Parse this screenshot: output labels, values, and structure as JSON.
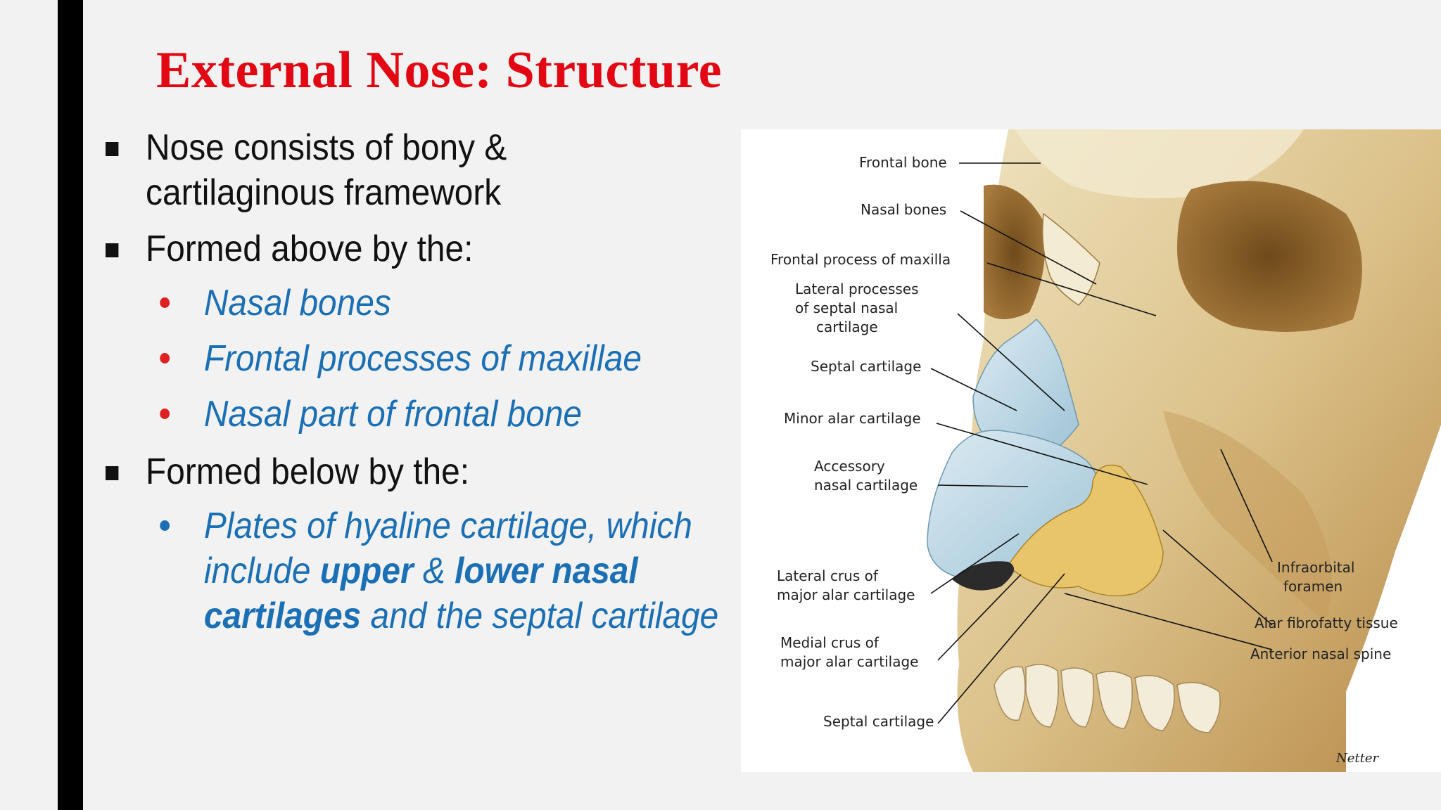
{
  "slide": {
    "title": "External Nose: Structure",
    "bullets": [
      {
        "text": "Nose consists of bony & cartilaginous framework"
      },
      {
        "text": "Formed above by the:"
      },
      {
        "text": "Formed below by the:"
      }
    ],
    "above_items": [
      "Nasal bones",
      "Frontal processes of maxillae",
      "Nasal part of frontal bone"
    ],
    "below_item": {
      "part1": "Plates of hyaline cartilage, which include ",
      "bold1": "upper",
      "part2": " & ",
      "bold2": "lower nasal cartilages",
      "part3": " and the septal cartilage"
    },
    "colors": {
      "title": "#e30613",
      "accent_text": "#1a6fb5",
      "sub_bullet_red": "#e02020",
      "bar": "#000000"
    }
  },
  "figure": {
    "labels": {
      "frontal_bone": "Frontal bone",
      "nasal_bones": "Nasal bones",
      "frontal_process": "Frontal process of maxilla",
      "lateral_processes": [
        "Lateral processes",
        "of septal nasal",
        "cartilage"
      ],
      "septal_cartilage_top": "Septal cartilage",
      "minor_alar": "Minor alar cartilage",
      "accessory": [
        "Accessory",
        "nasal cartilage"
      ],
      "lateral_crus": [
        "Lateral crus of",
        "major alar cartilage"
      ],
      "medial_crus": [
        "Medial crus of",
        "major alar cartilage"
      ],
      "septal_cartilage_bottom": "Septal cartilage",
      "infraorbital": [
        "Infraorbital",
        "foramen"
      ],
      "alar_fibrofatty": "Alar fibrofatty tissue",
      "anterior_nasal_spine": "Anterior nasal spine",
      "signature": "Netter"
    }
  }
}
